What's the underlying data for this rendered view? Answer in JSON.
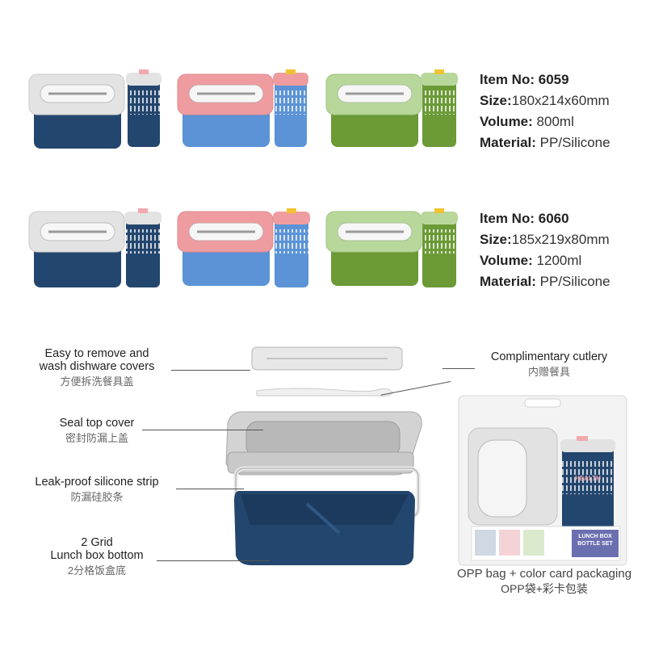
{
  "products": [
    {
      "item_label": "ltem No:",
      "item_no": "6059",
      "size_label": "Size:",
      "size": "180x214x60mm",
      "volume_label": "Volume:",
      "volume": "800ml",
      "material_label": "Material:",
      "material": "PP/Silicone"
    },
    {
      "item_label": "ltem No:",
      "item_no": "6060",
      "size_label": "Size:",
      "size": "185x219x80mm",
      "volume_label": "Volume:",
      "volume": "1200ml",
      "material_label": "Material:",
      "material": "PP/Silicone"
    }
  ],
  "bottle_print": "HEALTH",
  "colors": {
    "navy": "#23466e",
    "light_gray": "#e2e2e2",
    "pink": "#ef9ca0",
    "blue": "#5b93d6",
    "sage": "#b8d89b",
    "green": "#6b9a36"
  },
  "parts": {
    "covers_en_1": "Easy to remove and",
    "covers_en_2": "wash dishware covers",
    "covers_cn": "方便拆洗餐具盖",
    "seal_en": "Seal top cover",
    "seal_cn": "密封防漏上盖",
    "strip_en": "Leak-proof silicone strip",
    "strip_cn": "防漏硅胶条",
    "bottom_en_1": "2 Grid",
    "bottom_en_2": "Lunch box bottom",
    "bottom_cn": "2分格饭盒底",
    "cutlery_en": "Complimentary  cutlery",
    "cutlery_cn": "内赠餐具"
  },
  "packaging": {
    "caption_en": "OPP bag + color card packaging",
    "caption_cn": "OPP袋+彩卡包装",
    "card_title_1": "LUNCH BOX",
    "card_title_2": "BOTTLE SET"
  }
}
